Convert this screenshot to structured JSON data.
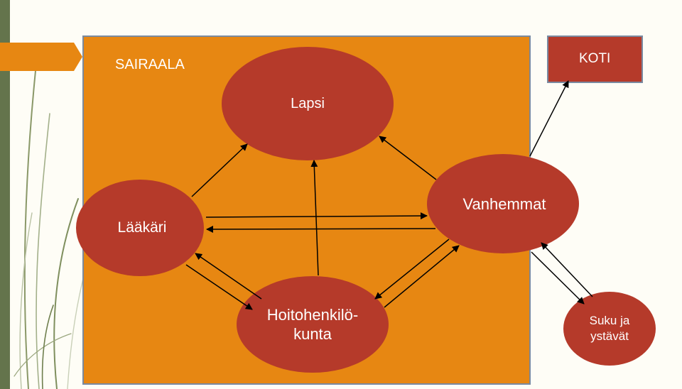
{
  "diagram": {
    "hospital_label": "SAIRAALA",
    "home_label": "KOTI",
    "nodes": {
      "child": "Lapsi",
      "doctor": "Lääkäri",
      "parents": "Vanhemmat",
      "staff_line1": "Hoitohenkilö-",
      "staff_line2": "kunta",
      "friends_line1": "Suku ja",
      "friends_line2": "ystävät"
    },
    "colors": {
      "background": "#fefdf6",
      "hospital_fill": "#e78712",
      "hospital_border": "#7a8aa0",
      "ellipse_fill": "#b53a2a",
      "arrow": "#000000",
      "side_bar": "#64744c",
      "text": "#ffffff"
    }
  }
}
